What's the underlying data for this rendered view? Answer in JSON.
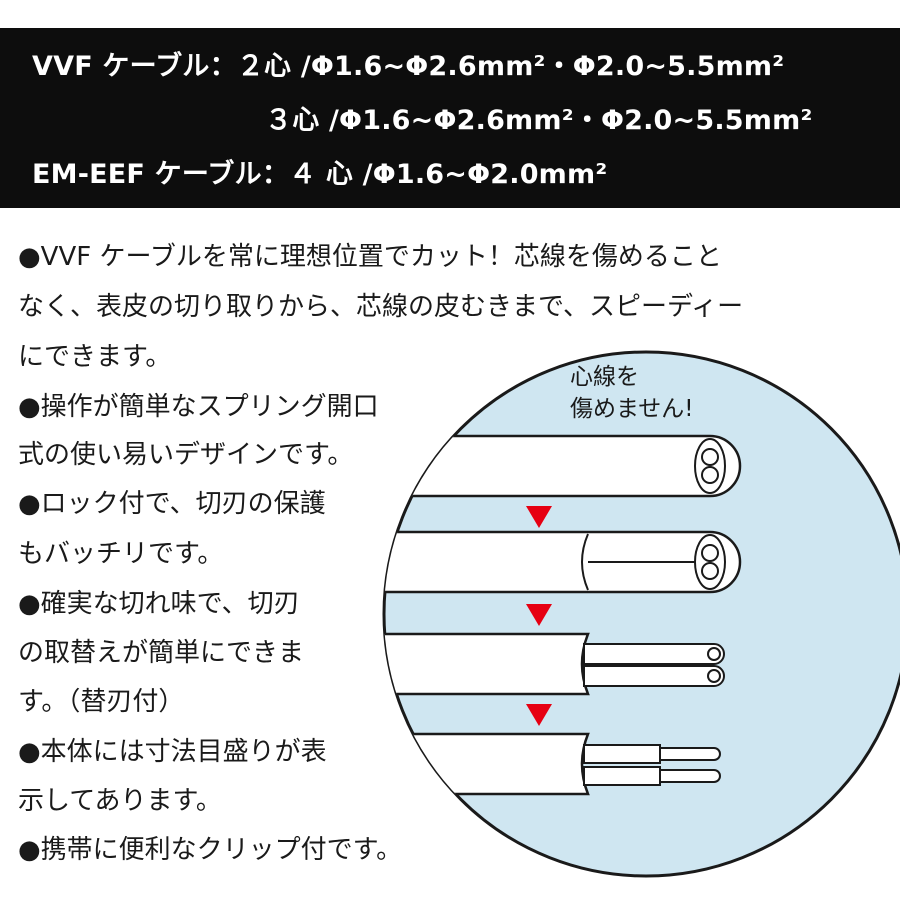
{
  "specs": {
    "line1": "VVF ケーブル：２心 /Φ1.6~Φ2.6mm²・Φ2.0~5.5mm²",
    "line2": "３心 /Φ1.6~Φ2.6mm²・Φ2.0~5.5mm²",
    "line3": "EM-EEF ケーブル：４ 心 /Φ1.6~Φ2.0mm²"
  },
  "description": {
    "lines": [
      "●VVF ケーブルを常に理想位置でカット！芯線を傷めること",
      "なく、表皮の切り取りから、芯線の皮むきまで、スピーディー",
      "にできます。",
      "●操作が簡単なスプリング開口",
      "式の使い易いデザインです。",
      "●ロック付で、切刃の保護",
      "もバッチリです。",
      "●確実な切れ味で、切刃",
      "の取替えが簡単にできま",
      "す。（替刃付）",
      "●本体には寸法目盛りが表",
      "示してあります。",
      "●携帯に便利なクリップ付です。"
    ]
  },
  "illustration": {
    "callout_line1": "心線を",
    "callout_line2": "傷めません!",
    "circle_color": "#cfe6f1",
    "arrow_color": "#e60012"
  }
}
